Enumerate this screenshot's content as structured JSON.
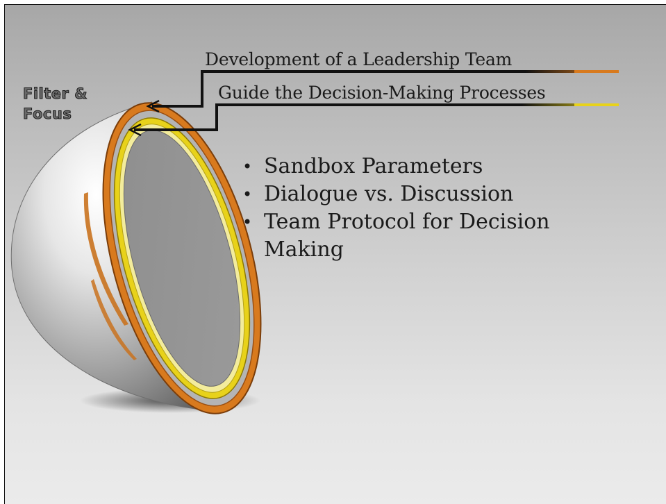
{
  "slide": {
    "filter_label": {
      "line1": "Filter &",
      "line2": "Focus"
    },
    "callouts": [
      "Development of a Leadership Team",
      "Guide the Decision-Making Processes"
    ],
    "bullets": [
      "Sandbox Parameters",
      "Dialogue vs. Discussion",
      "Team Protocol for Decision Making"
    ]
  },
  "colors": {
    "background_top": "#a7a7a7",
    "background_bottom": "#ebebeb",
    "outer_ring": "#d87a1e",
    "inner_ring": "#e8d21a",
    "sphere": "#c8c8c8",
    "text": "#1a1a1a"
  },
  "icons": {
    "sphere": "hollow-half-sphere-icon",
    "arrow": "pointer-arrow-icon"
  }
}
